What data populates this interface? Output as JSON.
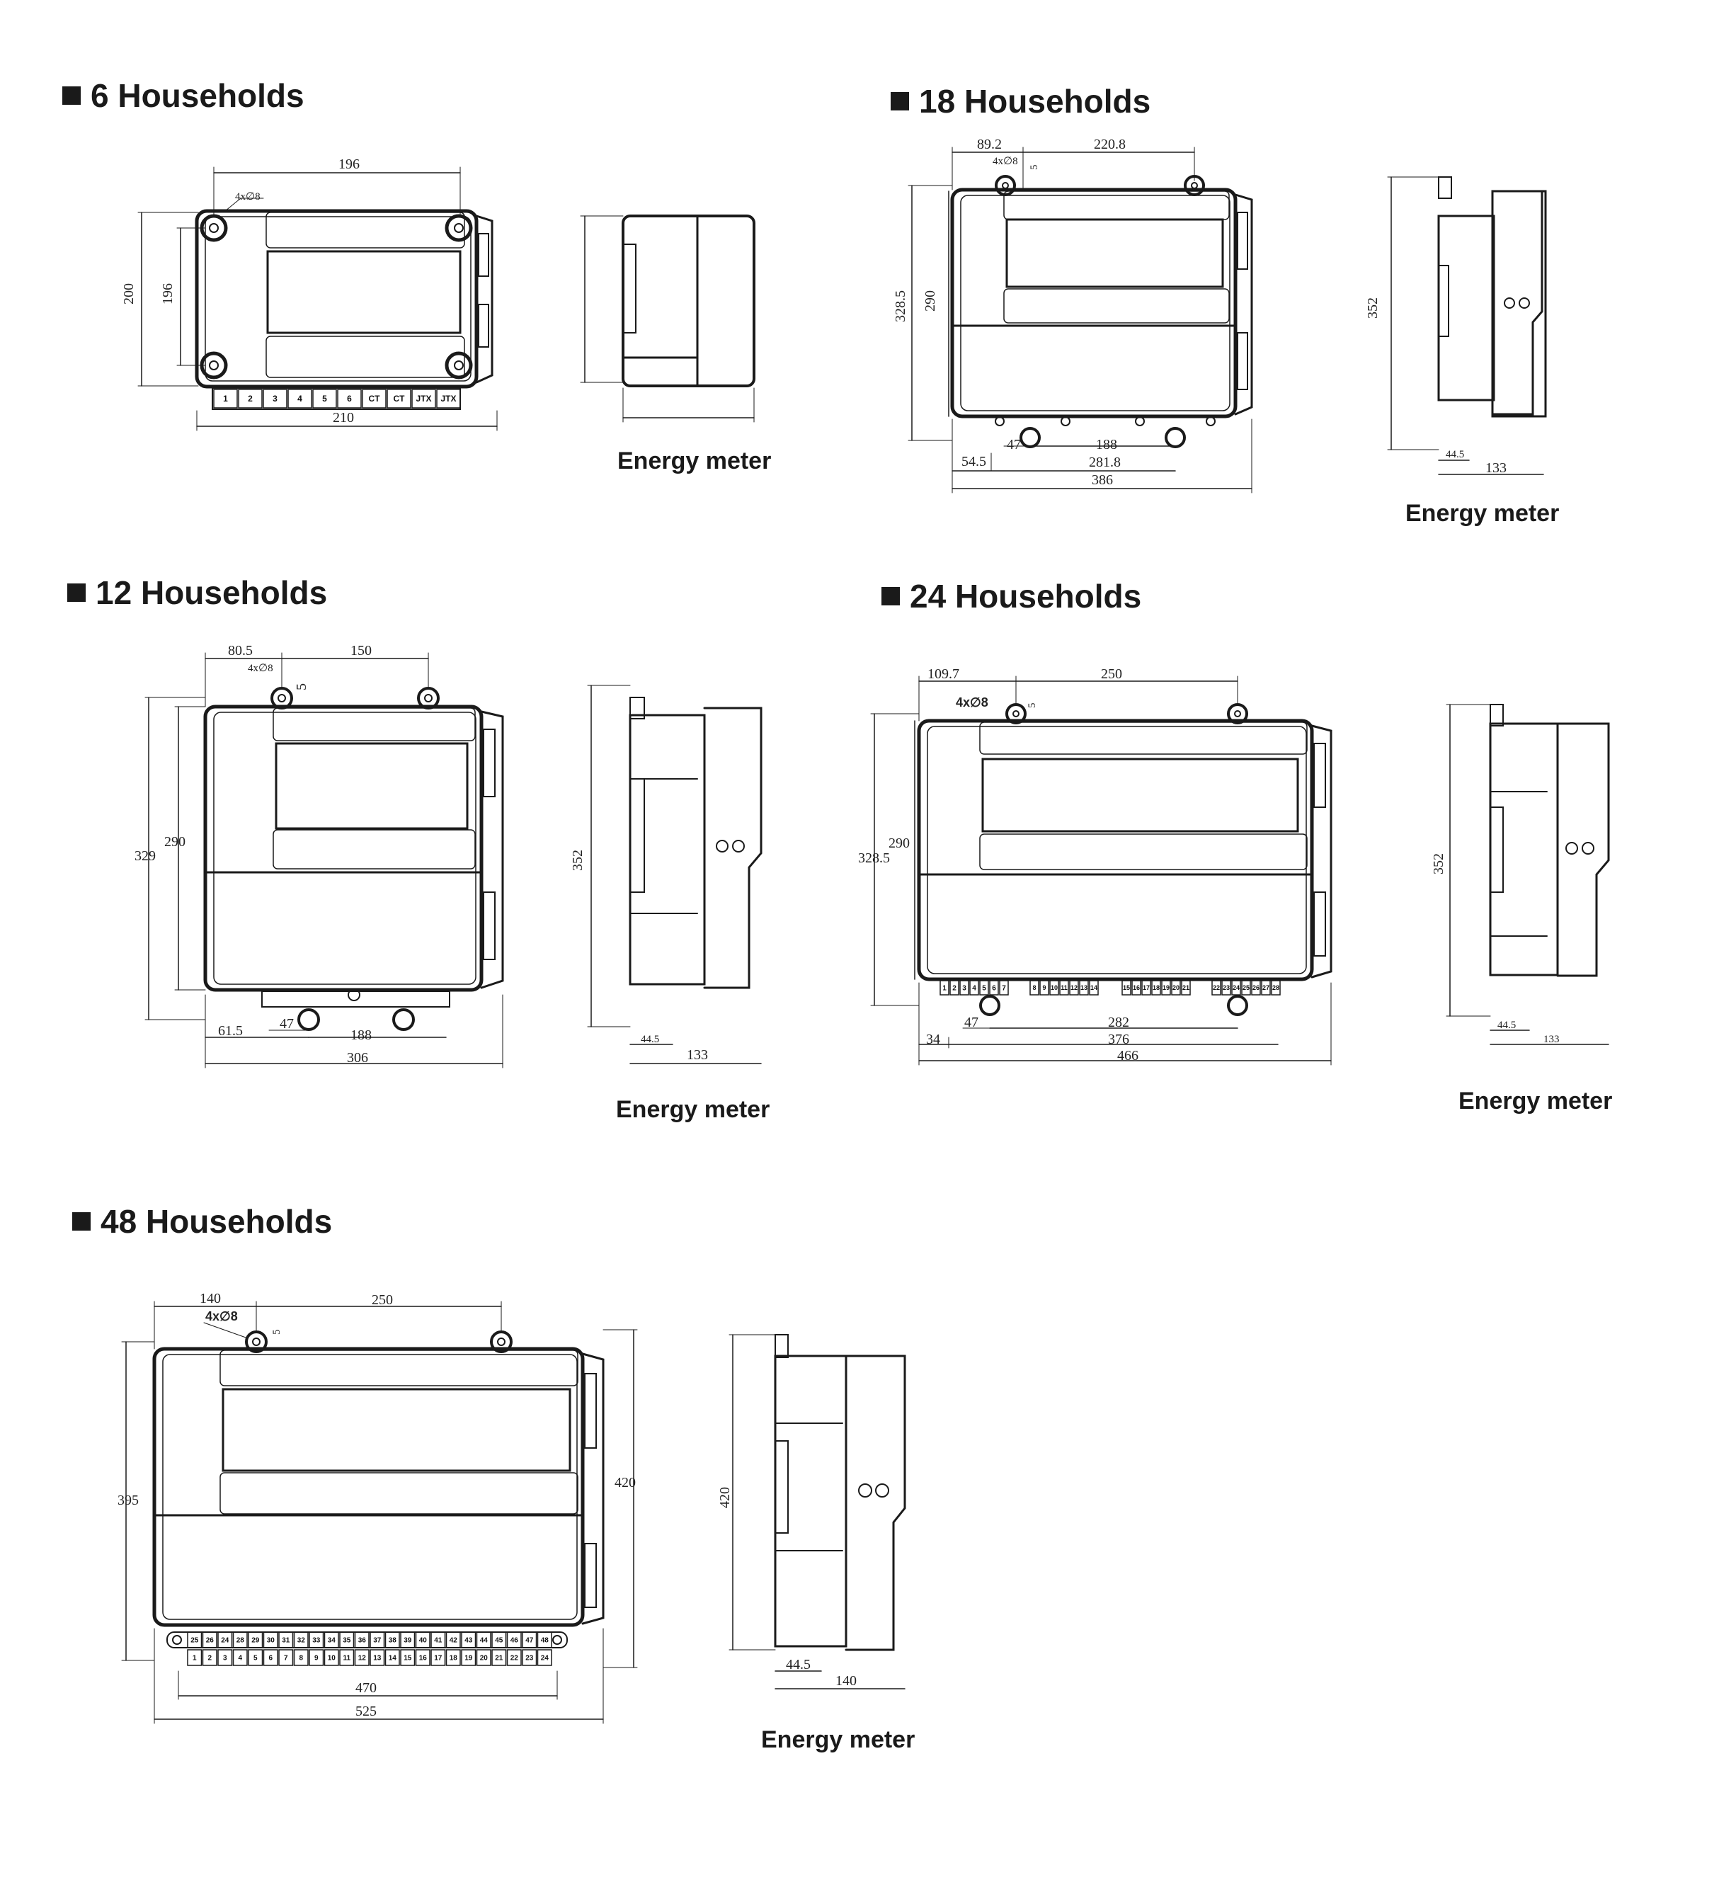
{
  "headings": {
    "h6": "6 Households",
    "h18": "18 Households",
    "h12": "12 Households",
    "h24": "24 Households",
    "h48": "48 Households"
  },
  "captions": {
    "c6": "Energy meter",
    "c18": "Energy meter",
    "c12": "Energy meter",
    "c24": "Energy meter",
    "c48": "Energy meter"
  },
  "d6": {
    "top": "196",
    "hole": "4x∅8",
    "left_outer": "200",
    "left_inner": "196",
    "bottom": "210",
    "terminals": [
      "1",
      "2",
      "3",
      "4",
      "5",
      "6",
      "CT",
      "CT",
      "JTX",
      "JTX"
    ]
  },
  "d18": {
    "t1": "89.2",
    "t2": "220.8",
    "hole": "4x∅8",
    "hole_h": "5",
    "left_outer": "328.5",
    "left_inner": "290",
    "b_47": "47",
    "b_188": "188",
    "b_54": "54.5",
    "b_281": "281.8",
    "b_386": "386",
    "side_h": "352",
    "side_445": "44.5",
    "side_133": "133"
  },
  "d12": {
    "t1": "80.5",
    "t2": "150",
    "hole": "4x∅8",
    "hole_h": "5",
    "left_outer": "329",
    "left_inner": "290",
    "b_615": "61.5",
    "b_47": "47",
    "b_188": "188",
    "b_306": "306",
    "side_h": "352",
    "side_445": "44.5",
    "side_133": "133"
  },
  "d24": {
    "t1": "109.7",
    "t2": "250",
    "hole": "4x∅8",
    "hole_h": "5",
    "left_outer": "328.5",
    "left_inner": "290",
    "b_47": "47",
    "b_282": "282",
    "b_34": "34",
    "b_376": "376",
    "b_466": "466",
    "side_h": "352",
    "side_445": "44.5",
    "side_133": "133",
    "terminals_a": [
      "1",
      "2",
      "3",
      "4",
      "5",
      "6",
      "7"
    ],
    "terminals_b": [
      "8",
      "9",
      "10",
      "11",
      "12",
      "13",
      "14"
    ],
    "terminals_c": [
      "15",
      "16",
      "17",
      "18",
      "19",
      "20",
      "21"
    ],
    "terminals_d": [
      "22",
      "23",
      "24",
      "25",
      "26",
      "27",
      "28"
    ]
  },
  "d48": {
    "t1": "140",
    "t2": "250",
    "hole": "4x∅8",
    "hole_h": "5",
    "left": "395",
    "right": "420",
    "b_470": "470",
    "b_525": "525",
    "side_h": "420",
    "side_445": "44.5",
    "side_140": "140",
    "terminals_top": [
      "25",
      "26",
      "24",
      "28",
      "29",
      "30",
      "31",
      "32",
      "33",
      "34",
      "35",
      "36",
      "37",
      "38",
      "39",
      "40",
      "41",
      "42",
      "43",
      "44",
      "45",
      "46",
      "47",
      "48"
    ],
    "terminals_bottom": [
      "1",
      "2",
      "3",
      "4",
      "5",
      "6",
      "7",
      "8",
      "9",
      "10",
      "11",
      "12",
      "13",
      "14",
      "15",
      "16",
      "17",
      "18",
      "19",
      "20",
      "21",
      "22",
      "23",
      "24"
    ]
  }
}
